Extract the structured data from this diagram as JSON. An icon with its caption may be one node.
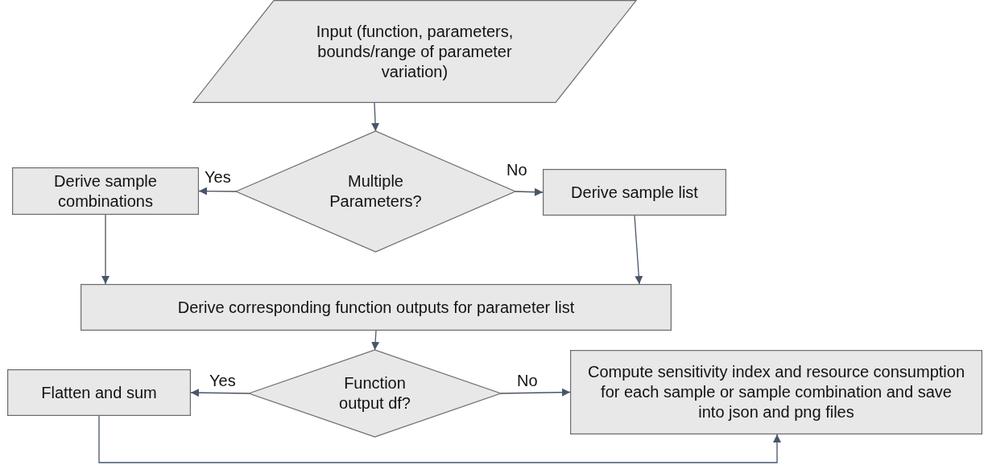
{
  "diagram": {
    "nodes": [
      {
        "text": [
          "Input (function, parameters, bounds/range of parameter variation)"
        ]
      },
      {
        "text": [
          "Multiple Parameters?"
        ]
      },
      {
        "text": [
          "Derive sample combinations"
        ]
      },
      {
        "text": [
          "Derive sample list"
        ]
      },
      {
        "text": [
          "Derive corresponding function outputs for parameter list"
        ]
      },
      {
        "text": [
          "Function output df?"
        ]
      },
      {
        "text": [
          "Flatten and sum"
        ]
      },
      {
        "text": [
          "Compute sensitivity index and resource consumption for each sample or sample combination and save into json and png files"
        ]
      }
    ],
    "edges": [
      {
        "from": 0,
        "to": 1,
        "arrow": "to"
      },
      {
        "from": 1,
        "to": 2,
        "arrow": "to",
        "label": "Yes"
      },
      {
        "from": 1,
        "to": 3,
        "arrow": "to",
        "label": "No"
      },
      {
        "from": 2,
        "to": 4,
        "arrow": "to"
      },
      {
        "from": 3,
        "to": 4,
        "arrow": "to"
      },
      {
        "from": 4,
        "to": 5,
        "arrow": "to"
      },
      {
        "from": 5,
        "to": 6,
        "arrow": "to",
        "label": "Yes"
      },
      {
        "from": 5,
        "to": 7,
        "arrow": "to",
        "label": "No"
      },
      {
        "from": 6,
        "to": 7,
        "arrow": "to"
      }
    ]
  }
}
